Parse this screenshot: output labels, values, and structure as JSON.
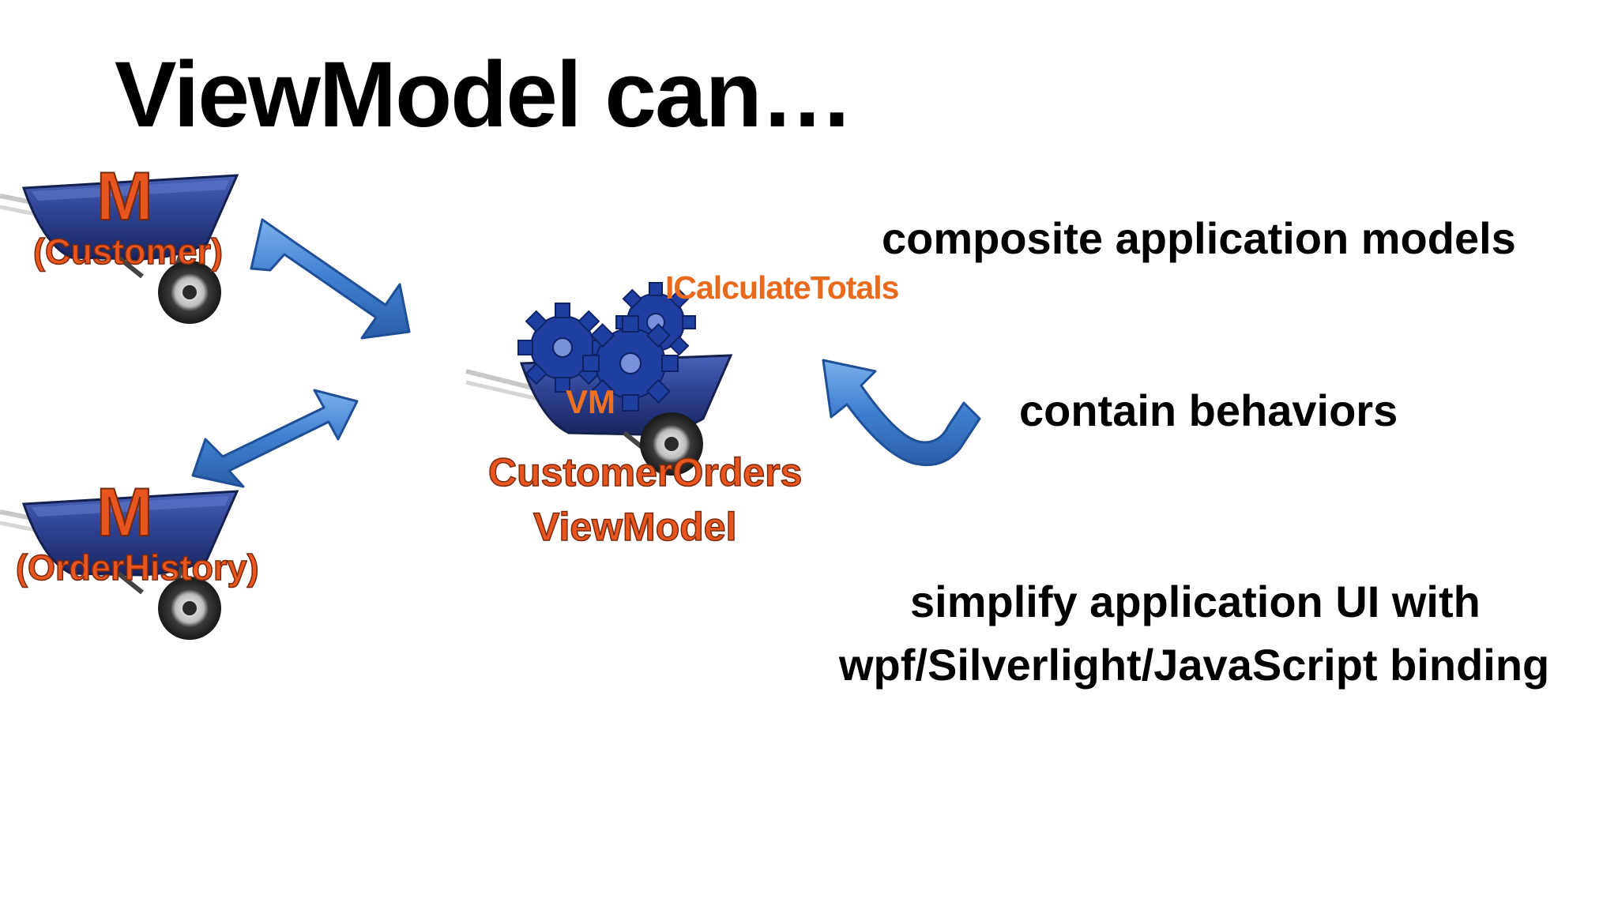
{
  "slide": {
    "title": "ViewModel can…"
  },
  "models": [
    {
      "letter": "M",
      "name": "(Customer)"
    },
    {
      "letter": "M",
      "name": "(OrderHistory)"
    }
  ],
  "viewmodel": {
    "letter": "VM",
    "interface": "ICalculateTotals",
    "name_line1": "CustomerOrders",
    "name_line2": "ViewModel"
  },
  "capabilities": [
    "composite application models",
    "contain behaviors",
    "simplify application UI with",
    "wpf/Silverlight/JavaScript binding"
  ],
  "colors": {
    "accent_orange": "#e8551f",
    "arrow_blue": "#3f7fd0",
    "cart_blue": "#2c3f8e",
    "gear_blue": "#1f3fa0"
  },
  "icons": {
    "wheelbarrow": "wheelbarrow-icon",
    "gears": "gears-icon",
    "double_arrow": "double-arrow-icon",
    "curved_arrow": "curved-arrow-icon"
  }
}
